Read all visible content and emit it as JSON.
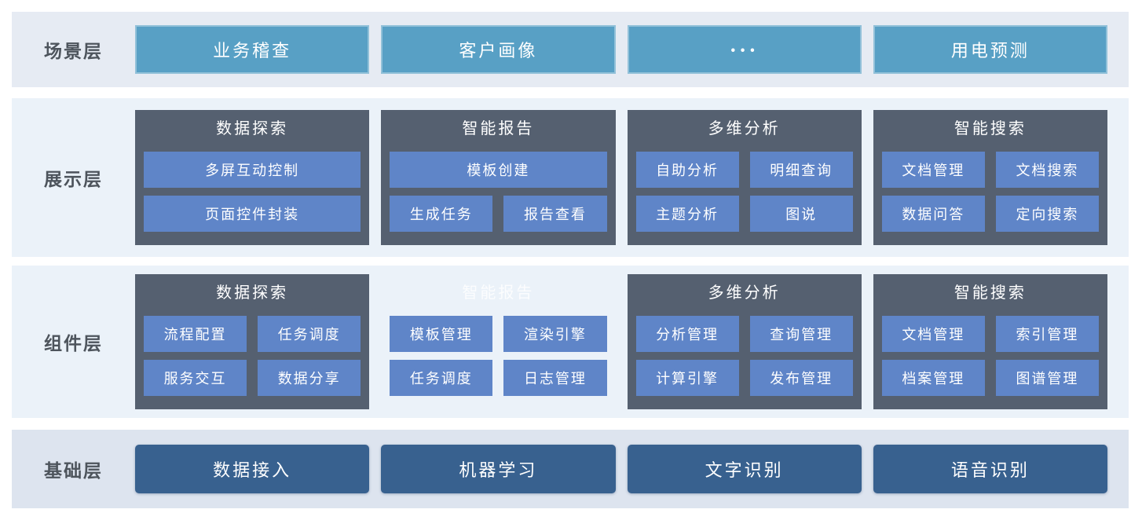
{
  "palette": {
    "scene_band_bg": "#e6ebf3",
    "middle_band_bg": "#ebf2f9",
    "foundation_band_bg": "#dde4ef",
    "scene_box_bg": "#58a0c5",
    "card_bg": "#556070",
    "item_bg": "#5f85c8",
    "foundation_box_bg": "#38618f",
    "label_text": "#4d545c",
    "box_text": "#ffffff"
  },
  "scene": {
    "label": "场景层",
    "items": [
      "业务稽查",
      "客户画像",
      "···",
      "用电预测"
    ]
  },
  "display": {
    "label": "展示层",
    "cards": [
      {
        "title": "数据探索",
        "items": [
          "多屏互动控制",
          "页面控件封装"
        ]
      },
      {
        "title": "智能报告",
        "items": [
          "模板创建",
          "生成任务",
          "报告查看"
        ]
      },
      {
        "title": "多维分析",
        "items": [
          "自助分析",
          "明细查询",
          "主题分析",
          "图说"
        ]
      },
      {
        "title": "智能搜索",
        "items": [
          "文档管理",
          "文档搜索",
          "数据问答",
          "定向搜索"
        ]
      }
    ]
  },
  "component": {
    "label": "组件层",
    "cards": [
      {
        "title": "数据探索",
        "items": [
          "流程配置",
          "任务调度",
          "服务交互",
          "数据分享"
        ]
      },
      {
        "title": "智能报告",
        "ghost": true,
        "items": [
          "模板管理",
          "渲染引擎",
          "任务调度",
          "日志管理"
        ]
      },
      {
        "title": "多维分析",
        "items": [
          "分析管理",
          "查询管理",
          "计算引擎",
          "发布管理"
        ]
      },
      {
        "title": "智能搜索",
        "items": [
          "文档管理",
          "索引管理",
          "档案管理",
          "图谱管理"
        ]
      }
    ]
  },
  "foundation": {
    "label": "基础层",
    "items": [
      "数据接入",
      "机器学习",
      "文字识别",
      "语音识别"
    ]
  }
}
